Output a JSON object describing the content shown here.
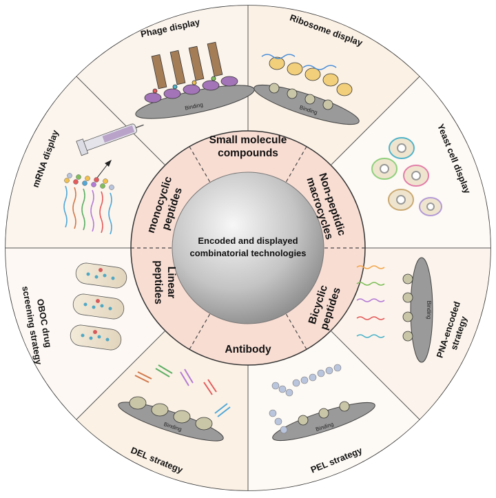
{
  "center": {
    "line1": "Encoded and displayed",
    "line2": "combinatorial technologies"
  },
  "inner_ring": {
    "small_molecule": {
      "line1": "Small molecule",
      "line2": "compounds"
    },
    "non_peptidic": {
      "line1": "Non-peptidic",
      "line2": "macrocycles"
    },
    "bicyclic": {
      "line1": "Bicyclic",
      "line2": "peptides"
    },
    "antibody": {
      "line1": "Antibody"
    },
    "linear": {
      "line1": "Linear",
      "line2": "peptides"
    },
    "monocyclic": {
      "line1": "monocyclic",
      "line2": "peptides"
    }
  },
  "outer_ring": {
    "phage": "Phage display",
    "ribosome": "Ribosome display",
    "yeast": "Yeast cell display",
    "pna": {
      "line1": "PNA-encoded",
      "line2": "strategy"
    },
    "pel": "PEL strategy",
    "del": "DEL strategy",
    "oboc": {
      "line1": "OBOC drug",
      "line2": "screening strategy"
    },
    "mrna": "mRNA display"
  },
  "binding_label": "Binding",
  "colors": {
    "outer_ring": "#fdf7f2",
    "outer_ring_alt": "#fbf1e6",
    "inner_ring": "#f8ddd3",
    "center_light": "#f4f4f4",
    "center_dark": "#8e8e8e",
    "surface": "#9a9a9a",
    "protein": "#c9c6a8",
    "phage_body": "#a47d57",
    "phage_base": "#a374b8",
    "ribosome": "#f2cf7a"
  }
}
